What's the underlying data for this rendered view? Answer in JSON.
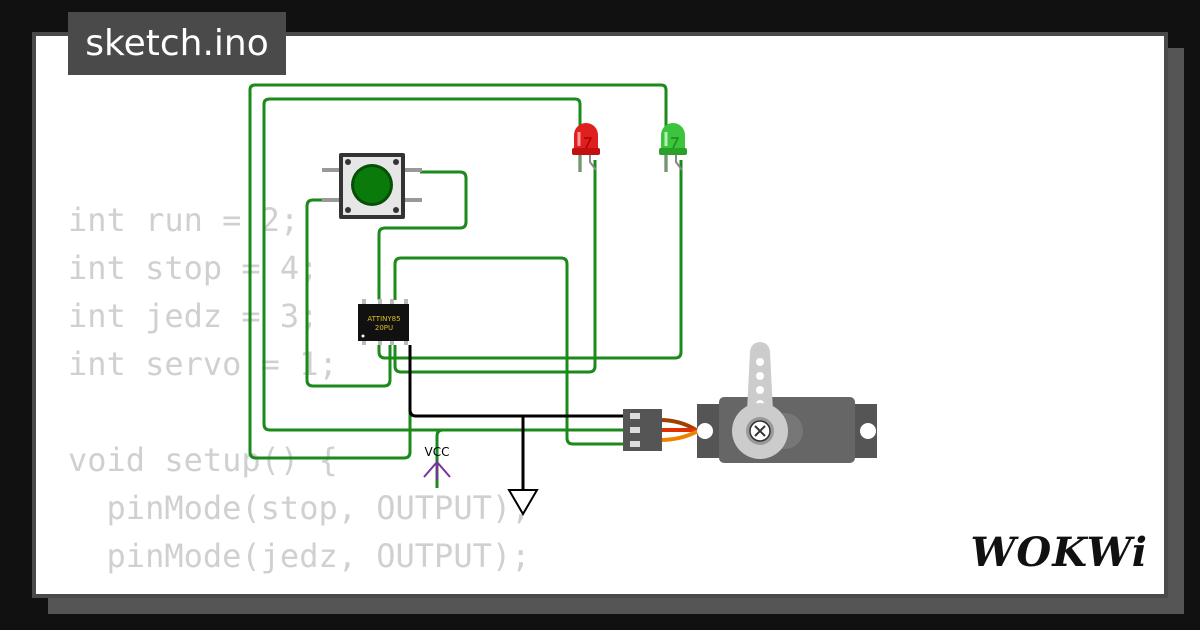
{
  "title": "sketch.ino",
  "logo": "WOKWi",
  "code_lines": [
    "int run = 2;",
    "int stop = 4;",
    "int jedz = 3;",
    "int servo = 1;",
    "",
    "void setup() {",
    "  pinMode(stop, OUTPUT);",
    "  pinMode(jedz, OUTPUT);"
  ],
  "chip": {
    "line1": "ATTINY85",
    "line2": "20PU"
  },
  "vcc_label": "VCC",
  "colors": {
    "wire_green": "#1a8a1a",
    "wire_black": "#000000",
    "led_red": "#e02020",
    "led_green": "#3cc43c",
    "button_cap": "#0a7a0a",
    "servo_body": "#666666",
    "vcc_purple": "#7b2fa0"
  }
}
